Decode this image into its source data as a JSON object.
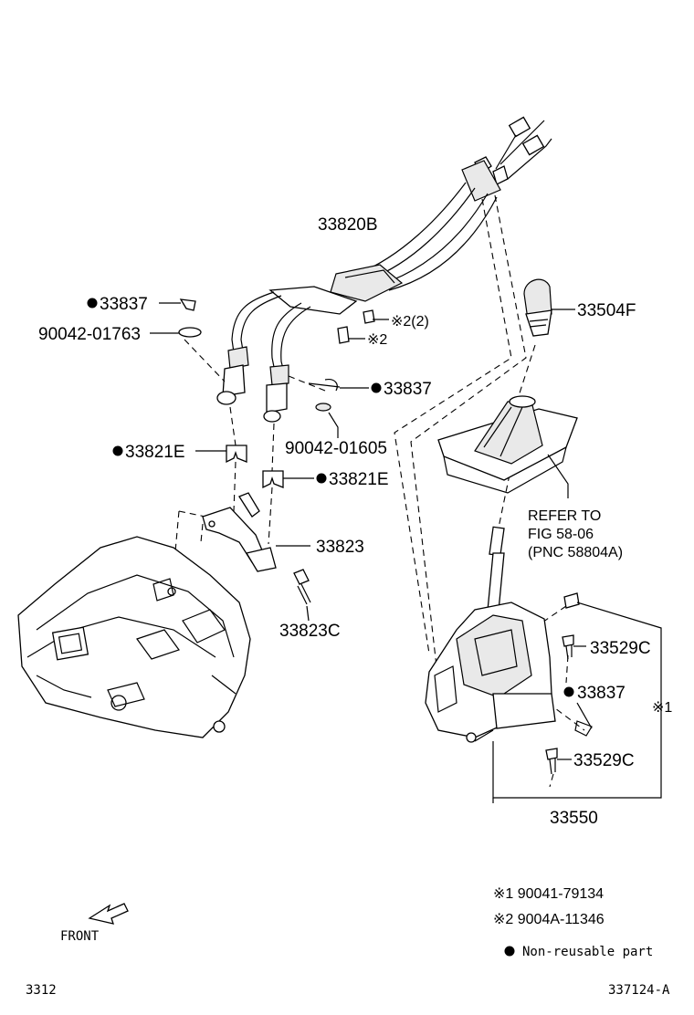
{
  "callouts": {
    "cable_assy": "33820B",
    "clip_top_left": "33837",
    "washer_left": "90042-01763",
    "bolt_ref2_a": "※2(2)",
    "bolt_ref2_b": "※2",
    "clip_mid": "33837",
    "washer_mid": "90042-01605",
    "retainer_left": "33821E",
    "retainer_right": "33821E",
    "bracket": "33823",
    "bracket_bolt": "33823C",
    "knob": "33504F",
    "refer_line1": "REFER TO",
    "refer_line2": "FIG 58-06",
    "refer_line3": "(PNC 58804A)",
    "bolt_upper": "33529C",
    "clip_lower": "33837",
    "bolt_lower": "33529C",
    "ref1_side": "※1",
    "shifter_assy": "33550"
  },
  "legend": {
    "ref1": "※1 90041-79134",
    "ref2": "※2 9004A-11346",
    "nonreusable": "Non-reusable part"
  },
  "front_label": "FRONT",
  "footer": {
    "left": "3312",
    "right": "337124-A"
  }
}
